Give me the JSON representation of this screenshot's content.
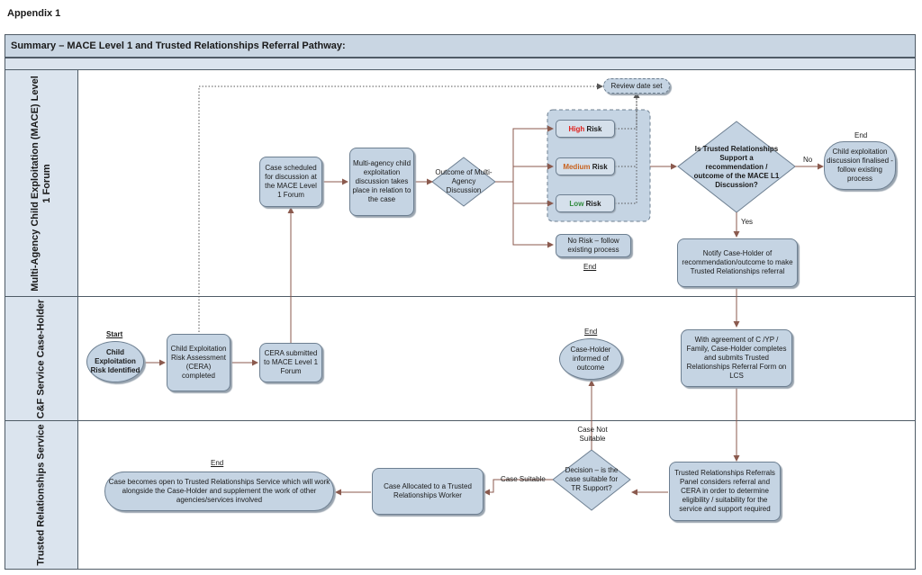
{
  "appendix": "Appendix 1",
  "title": "Summary – MACE Level 1 and Trusted Relationships Referral Pathway:",
  "lanes": {
    "mace": "Multi-Agency Child Exploitation (MACE) Level 1 Forum",
    "caseholder": "C&F Service Case-Holder",
    "trs": "Trusted Relationships Service"
  },
  "nodes": {
    "start_label": "Start",
    "start": "Child Exploitation Risk Identified",
    "cera": "Child Exploitation Risk Assessment (CERA) completed",
    "cera_submitted": "CERA submitted to MACE Level 1 Forum",
    "scheduled": "Case scheduled for discussion at the MACE Level 1 Forum",
    "discussion": "Multi-agency child exploitation discussion takes place in relation to the case",
    "outcome": "Outcome of Multi-Agency Discussion",
    "high_word": "High",
    "medium_word": "Medium",
    "low_word": "Low",
    "risk_word": "Risk",
    "review_date": "Review date set",
    "no_risk": "No Risk – follow existing process",
    "no_risk_end": "End",
    "tr_decision": "Is Trusted Relationships Support a recommendation / outcome of the MACE L1 Discussion?",
    "no_label": "No",
    "yes_label": "Yes",
    "end_top": "End",
    "finalised": "Child exploitation discussion finalised - follow existing process",
    "notify": "Notify Case-Holder of recommendation/outcome to make Trusted Relationships referral",
    "agreement": "With agreement of C /YP / Family, Case-Holder completes and submits Trusted Relationships Referral Form on LCS",
    "end_informed": "End",
    "informed": "Case-Holder informed of outcome",
    "panel": "Trusted Relationships Referrals Panel considers referral and CERA in order to determine eligibility / suitability for the service and support required",
    "suitable_decision": "Decision – is the case suitable for TR Support?",
    "not_suitable": "Case Not Suitable",
    "suitable": "Case Suitable",
    "allocated": "Case Allocated to a Trusted Relationships Worker",
    "end_bottom": "End",
    "open": "Case becomes open to Trusted Relationships Service which will work alongside the Case-Holder and supplement the work of other agencies/services involved"
  },
  "colors": {
    "high": "#e0201b",
    "medium": "#c8621e",
    "low": "#2f8a3c",
    "node_fill": "#c5d4e3",
    "arrow": "#8b5a4e"
  }
}
